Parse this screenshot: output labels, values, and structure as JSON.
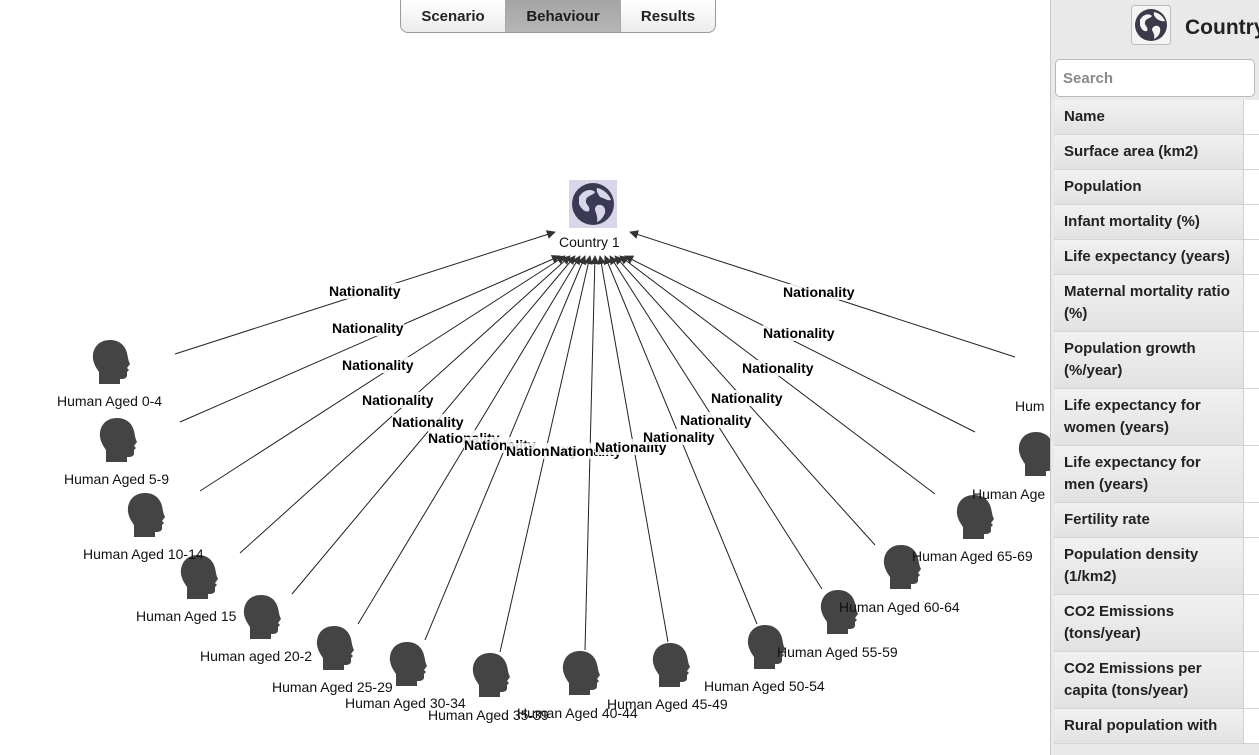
{
  "tabs": [
    {
      "label": "Scenario",
      "active": false
    },
    {
      "label": "Behaviour",
      "active": true
    },
    {
      "label": "Results",
      "active": false
    }
  ],
  "graph": {
    "center_node": {
      "label": "Country 1",
      "icon": "globe-icon"
    },
    "edge_label": "Nationality",
    "edge_labels": [
      "Nationality",
      "Nationality",
      "Nationality",
      "Nationality",
      "Nationality",
      "Nationality",
      "Nationality",
      "Nationality",
      "Nationality",
      "Nationality",
      "Nationality",
      "Nationality",
      "Nationality",
      "Nationality",
      "Nationality",
      "Nationality"
    ],
    "nodes": [
      {
        "label": "Human Aged 0-4",
        "icon": "human-head-icon"
      },
      {
        "label": "Human Aged 5-9",
        "icon": "human-head-icon"
      },
      {
        "label": "Human Aged 10-14",
        "icon": "human-head-icon"
      },
      {
        "label": "Human Aged 15",
        "icon": "human-head-icon"
      },
      {
        "label": "Human aged 20-2",
        "icon": "human-head-icon"
      },
      {
        "label": "Human Aged 25-29",
        "icon": "human-head-icon"
      },
      {
        "label": "Human Aged 30-34",
        "icon": "human-head-icon"
      },
      {
        "label": "Human Aged 35-39",
        "icon": "human-head-icon"
      },
      {
        "label": "Human Aged 40-44",
        "icon": "human-head-icon"
      },
      {
        "label": "Human Aged 45-49",
        "icon": "human-head-icon"
      },
      {
        "label": "Human Aged 50-54",
        "icon": "human-head-icon"
      },
      {
        "label": "Human Aged 55-59",
        "icon": "human-head-icon"
      },
      {
        "label": "Human Aged 60-64",
        "icon": "human-head-icon"
      },
      {
        "label": "Human Aged 65-69",
        "icon": "human-head-icon"
      },
      {
        "label": "Human Age",
        "icon": "human-head-icon"
      },
      {
        "label": "Hum",
        "icon": "human-head-icon"
      }
    ]
  },
  "sidebar": {
    "title": "Country",
    "icon": "globe-icon",
    "search_placeholder": "Search",
    "properties": [
      "Name",
      "Surface area (km2)",
      "Population",
      "Infant mortality (%)",
      "Life expectancy (years)",
      "Maternal mortality ratio (%)",
      "Population growth (%/year)",
      "Life expectancy for women (years)",
      "Life expectancy for men (years)",
      "Fertility rate",
      "Population density (1/km2)",
      "CO2 Emissions (tons/year)",
      "CO2 Emissions per capita (tons/year)",
      "Rural population with"
    ]
  },
  "colors": {
    "active_tab": "#aaaaaa",
    "head": "#444444",
    "globe_bg": "#d9d6ea",
    "globe": "#3a3a55",
    "sidebar_bg": "#e9e9e9"
  }
}
